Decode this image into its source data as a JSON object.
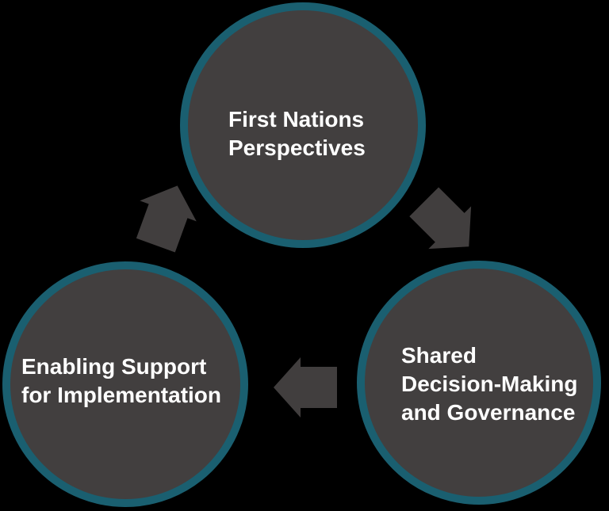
{
  "background": "#000000",
  "colors": {
    "node_fill": "#423F3F",
    "node_border": "#1A5F70",
    "arrow": "#413E3E",
    "text": "#FFFFFF"
  },
  "diagram_type": "cycle",
  "nodes": [
    {
      "name": "first-nations-perspectives",
      "lines": [
        "First Nations",
        "Perspectives"
      ]
    },
    {
      "name": "shared-decision-making-and-governance",
      "lines": [
        "Shared",
        "Decision-Making",
        "and Governance"
      ]
    },
    {
      "name": "enabling-support-for-implementation",
      "lines": [
        "Enabling Support",
        "for Implementation"
      ]
    }
  ],
  "arrows": [
    {
      "name": "arrow-first-nations-to-shared-decision-making",
      "direction": "down-right"
    },
    {
      "name": "arrow-shared-decision-making-to-enabling-support",
      "direction": "left"
    },
    {
      "name": "arrow-enabling-support-to-first-nations",
      "direction": "up-right"
    }
  ]
}
